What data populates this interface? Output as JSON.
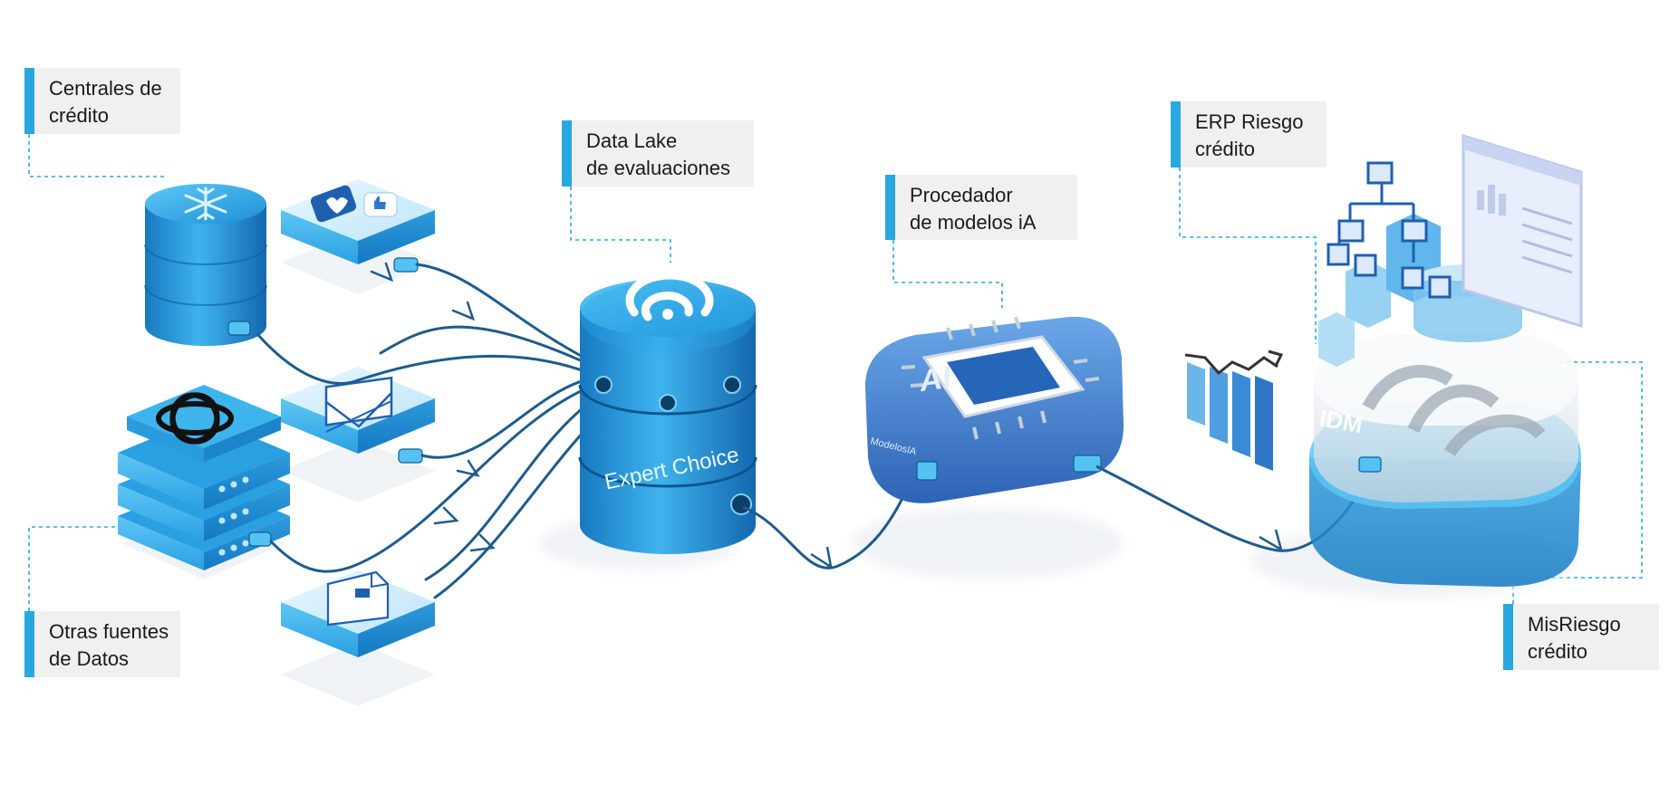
{
  "labels": {
    "centrales": {
      "line1": "Centrales de",
      "line2": "crédito"
    },
    "otras": {
      "line1": "Otras fuentes",
      "line2": "de Datos"
    },
    "datalake": {
      "line1": "Data Lake",
      "line2": "de evaluaciones"
    },
    "procesador": {
      "line1": "Procedador",
      "line2": "de modelos iA"
    },
    "erp": {
      "line1": "ERP Riesgo",
      "line2": "crédito"
    },
    "misriesgo": {
      "line1": "MisRiesgo",
      "line2": "crédito"
    }
  },
  "datalake_text": "Expert Choice",
  "ai_chip_text": "AI",
  "ai_side_text": "ModelosIA",
  "erp_platform_text": "IDM",
  "colors": {
    "accent": "#29a8e0",
    "label_bg": "#f0f0f0",
    "connector": "#1e5b8c",
    "cube_light": "#7fd0f5",
    "cube_dark": "#1a86c8",
    "chip_blue": "#2f6fc0"
  }
}
